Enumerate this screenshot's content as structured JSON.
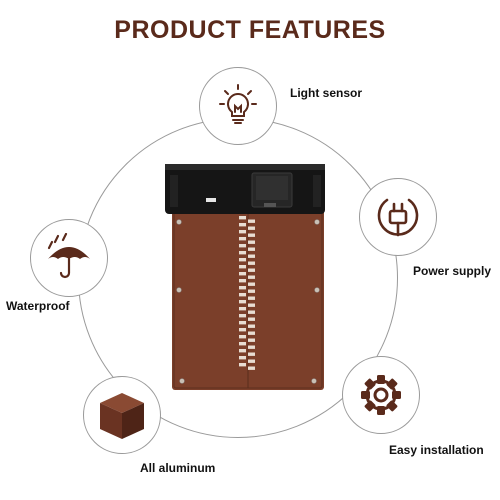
{
  "title": "PRODUCT FEATURES",
  "features": {
    "light_sensor": {
      "label": "Light sensor",
      "icon": "light-bulb-icon"
    },
    "power_supply": {
      "label": "Power supply",
      "icon": "power-plug-icon"
    },
    "waterproof": {
      "label": "Waterproof",
      "icon": "umbrella-icon"
    },
    "all_aluminum": {
      "label": "All aluminum",
      "icon": "cube-icon"
    },
    "easy_installation": {
      "label": "Easy installation",
      "icon": "gear-icon"
    }
  },
  "colors": {
    "brand_brown": "#5a2a1b",
    "door_brown": "#7b3f2a",
    "ring_gray": "#9a9a9a"
  }
}
